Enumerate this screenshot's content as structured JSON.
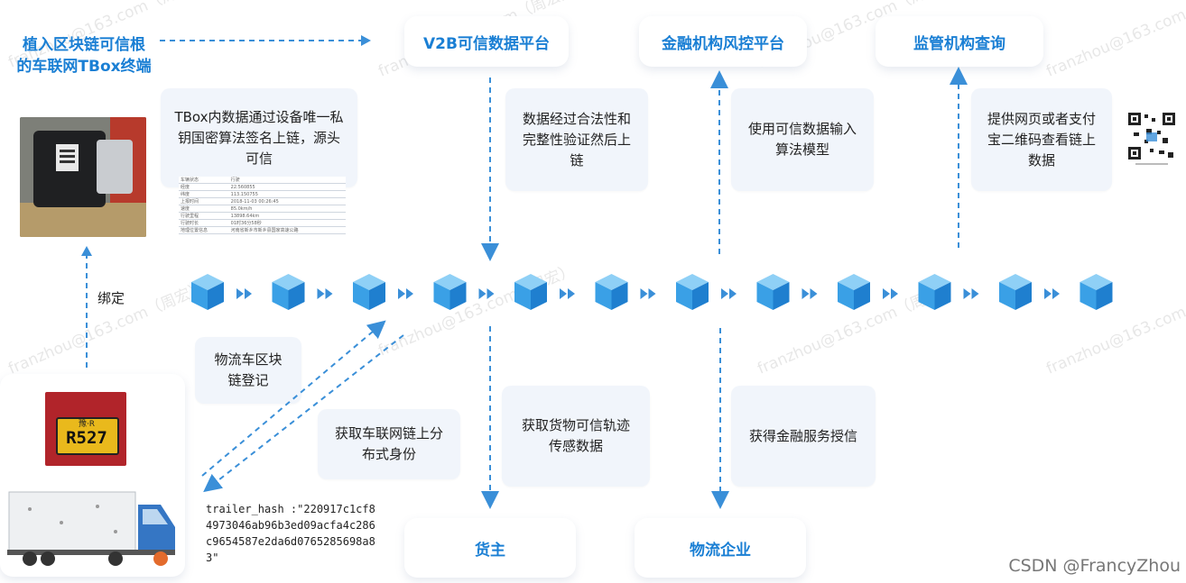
{
  "left": {
    "tbox_title": "植入区块链可信根的车联网TBox终端",
    "bind_label": "绑定",
    "plate_text": "R527",
    "plate_prefix": "豫·R"
  },
  "top": {
    "v2b": "V2B可信数据平台",
    "finance": "金融机构风控平台",
    "regulator": "监管机构查询"
  },
  "bottom": {
    "shipper": "货主",
    "logistics": "物流企业"
  },
  "cards": {
    "tbox_sign": "TBox内数据通过设备唯一私钥国密算法签名上链，源头可信",
    "verify": "数据经过合法性和完整性验证然后上链",
    "model": "使用可信数据输入算法模型",
    "qr": "提供网页或者支付宝二维码查看链上数据",
    "register": "物流车区块链登记",
    "identity": "获取车联网链上分布式身份",
    "track": "获取货物可信轨迹传感数据",
    "credit": "获得金融服务授信"
  },
  "hash": "trailer_hash :\"220917c1cf84973046ab96b3ed09acfa4c286c9654587e2da6d0765285698a83\"",
  "mini_table": {
    "header": [
      "车辆状态",
      "行驶"
    ],
    "rows": [
      [
        "经度",
        "22.560855"
      ],
      [
        "纬度",
        "113.150755"
      ],
      [
        "上报时间",
        "2018-11-03 00:26:45"
      ],
      [
        "速度",
        "85.0km/h"
      ],
      [
        "行驶里程",
        "13898.64km"
      ],
      [
        "行驶时长",
        "01时36分58秒"
      ],
      [
        "地理位置信息",
        "河南省新乡市新乡县国家高速公路"
      ]
    ]
  },
  "watermark": "franzhou@163.com（周宏）",
  "footer": "CSDN @FrancyZhou",
  "colors": {
    "accent": "#1a7fd4",
    "card_bg": "#f1f5fb",
    "cube": "#3aa0e6",
    "arrow": "#3a8fd8"
  }
}
